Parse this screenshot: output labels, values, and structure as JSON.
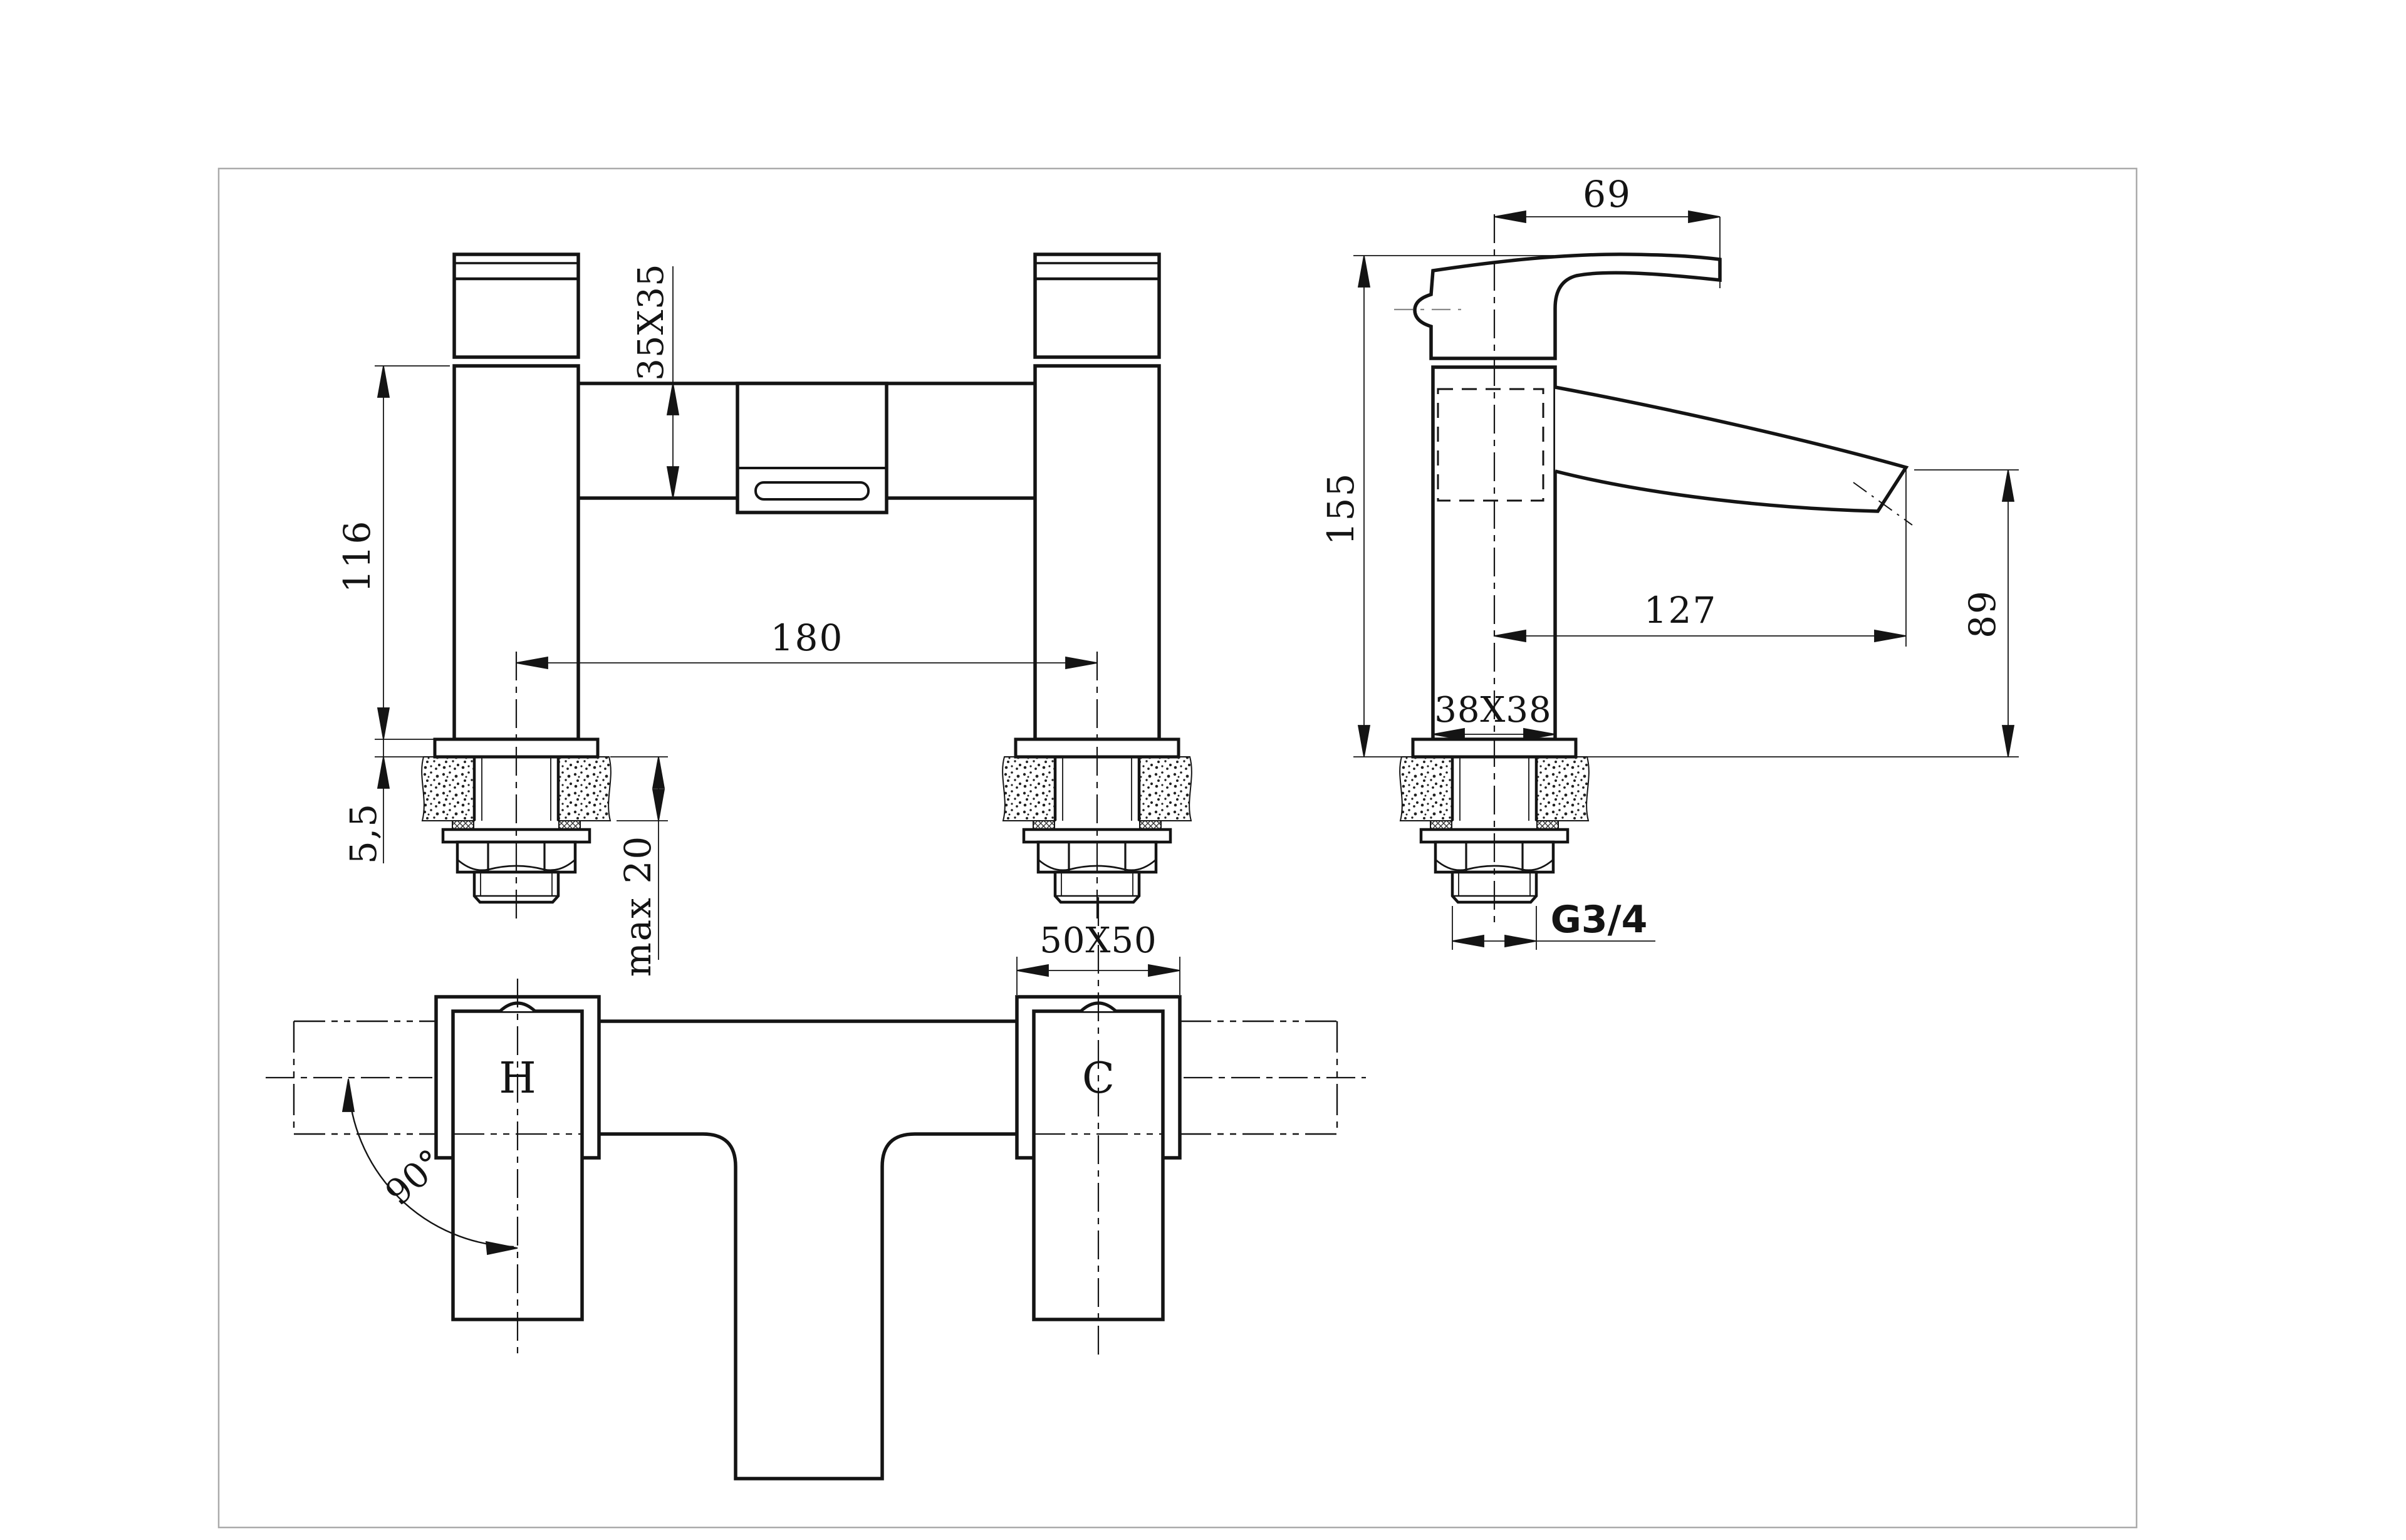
{
  "front_view": {
    "dim_body_square": "35X35",
    "dim_height": "116",
    "dim_centres": "180",
    "dim_plate_thickness": "5,5",
    "dim_deck_max": "max 20"
  },
  "side_view": {
    "dim_handle_reach": "69",
    "dim_height": "155",
    "dim_spout_reach": "127",
    "dim_spout_height": "89",
    "dim_body_square": "38X38",
    "dim_thread": "G3/4"
  },
  "plan_view": {
    "dim_escutcheon": "50X50",
    "label_hot": "H",
    "label_cold": "C",
    "dim_handle_angle": "90°"
  },
  "colors": {
    "line": "#141414",
    "border": "#ababab",
    "background": "#ffffff"
  }
}
